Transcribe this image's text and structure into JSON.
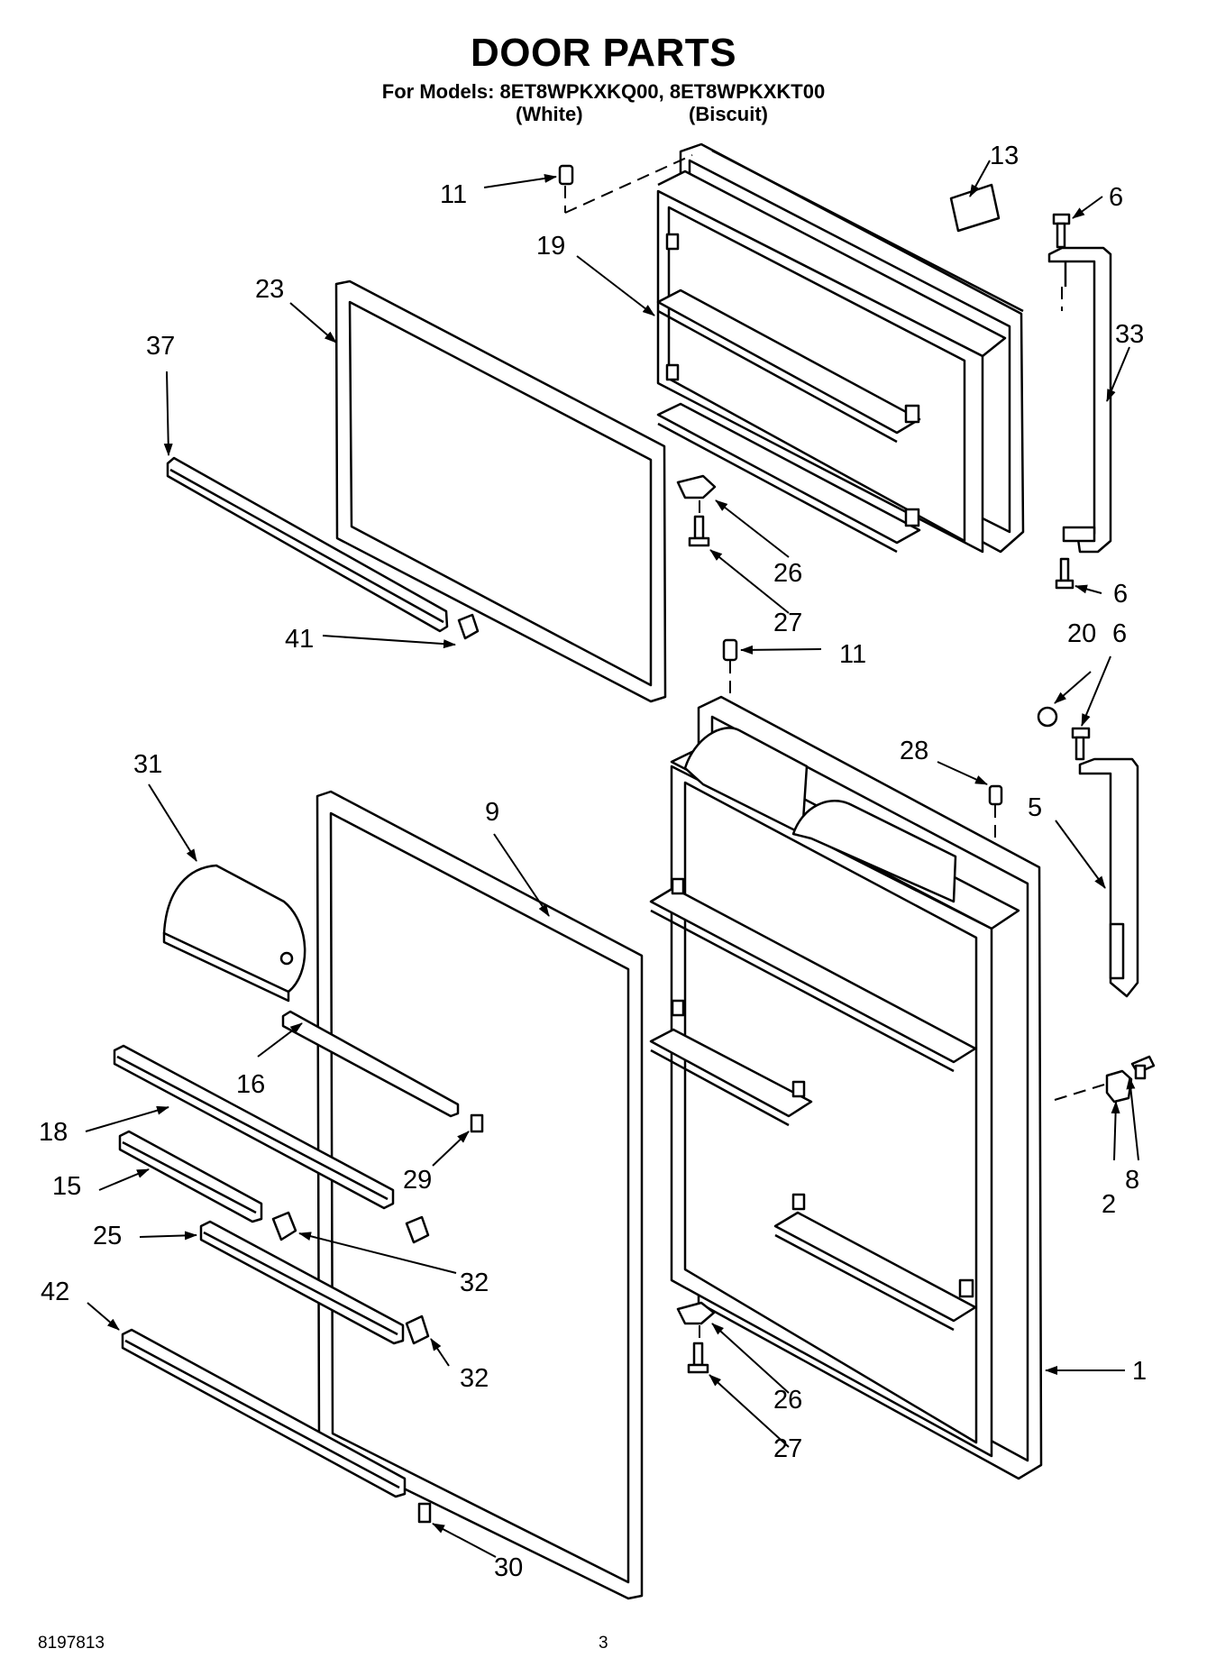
{
  "header": {
    "title": "DOOR PARTS",
    "models_line": "For Models: 8ET8WPKXKQ00, 8ET8WPKXKT00",
    "variants": [
      "(White)",
      "(Biscuit)"
    ]
  },
  "callouts": [
    {
      "id": "c-13",
      "label": "13"
    },
    {
      "id": "c-11a",
      "label": "11"
    },
    {
      "id": "c-6a",
      "label": "6"
    },
    {
      "id": "c-19",
      "label": "19"
    },
    {
      "id": "c-23",
      "label": "23"
    },
    {
      "id": "c-33",
      "label": "33"
    },
    {
      "id": "c-37",
      "label": "37"
    },
    {
      "id": "c-26a",
      "label": "26"
    },
    {
      "id": "c-27a",
      "label": "27"
    },
    {
      "id": "c-41",
      "label": "41"
    },
    {
      "id": "c-11b",
      "label": "11"
    },
    {
      "id": "c-20",
      "label": "20"
    },
    {
      "id": "c-6b",
      "label": "6"
    },
    {
      "id": "c-6c",
      "label": "6"
    },
    {
      "id": "c-31",
      "label": "31"
    },
    {
      "id": "c-28",
      "label": "28"
    },
    {
      "id": "c-9",
      "label": "9"
    },
    {
      "id": "c-5",
      "label": "5"
    },
    {
      "id": "c-16",
      "label": "16"
    },
    {
      "id": "c-18",
      "label": "18"
    },
    {
      "id": "c-29",
      "label": "29"
    },
    {
      "id": "c-15",
      "label": "15"
    },
    {
      "id": "c-8",
      "label": "8"
    },
    {
      "id": "c-2",
      "label": "2"
    },
    {
      "id": "c-25",
      "label": "25"
    },
    {
      "id": "c-32a",
      "label": "32"
    },
    {
      "id": "c-42",
      "label": "42"
    },
    {
      "id": "c-1",
      "label": "1"
    },
    {
      "id": "c-32b",
      "label": "32"
    },
    {
      "id": "c-26b",
      "label": "26"
    },
    {
      "id": "c-27b",
      "label": "27"
    },
    {
      "id": "c-30",
      "label": "30"
    }
  ],
  "footer": {
    "doc_number": "8197813",
    "page_number": "3"
  }
}
